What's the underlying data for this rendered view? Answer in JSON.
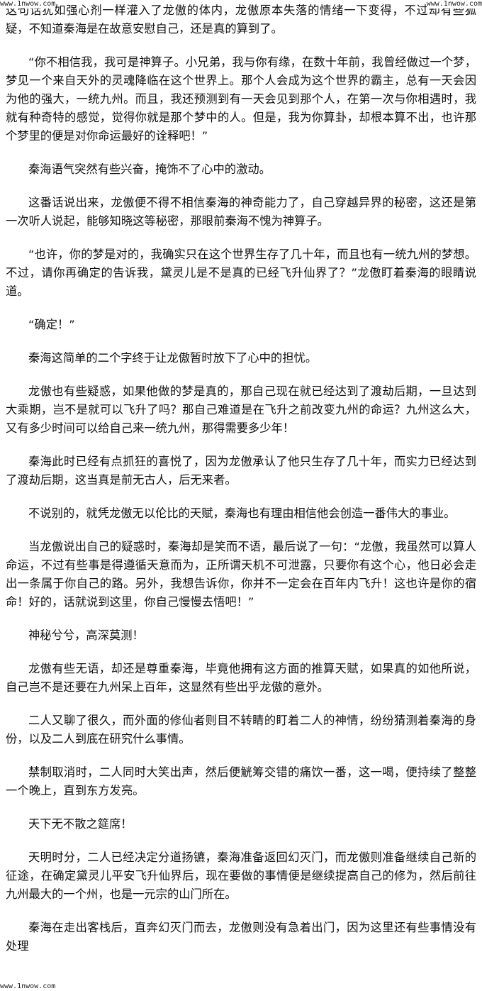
{
  "watermarks": {
    "top_left": "www.1nwow.com",
    "top_right": "www.1nwow.com",
    "bottom_left": "www.1nwow.com"
  },
  "paragraphs": [
    "这句话犹如强心剂一样灌入了龙傲的体内，龙傲原本失落的情绪一下变得，不过却有些狐疑，不知道秦海是在故意安慰自己，还是真的算到了。",
    "“你不相信我，我可是神算子。小兄弟，我与你有缘，在数十年前，我曾经做过一个梦，梦见一个来自天外的灵魂降临在这个世界上。那个人会成为这个世界的霸主，总有一天会因为他的强大，一统九州。而且，我还预测到有一天会见到那个人，在第一次与你相遇时，我就有种奇特的感觉，觉得你就是那个梦中的人。但是，我为你算卦，却根本算不出，也许那个梦里的便是对你命运最好的诠释吧！”",
    "秦海语气突然有些兴奋，掩饰不了心中的激动。",
    "这番话说出来，龙傲便不得不相信秦海的神奇能力了，自己穿越异界的秘密，这还是第一次听人说起，能够知晓这等秘密，那眼前秦海不愧为神算子。",
    "“也许，你的梦是对的，我确实只在这个世界生存了几十年，而且也有一统九州的梦想。不过，请你再确定的告诉我，黛灵儿是不是真的已经飞升仙界了？”龙傲盯着秦海的眼睛说道。",
    "“确定！”",
    "秦海这简单的二个字终于让龙傲暂时放下了心中的担忧。",
    "龙傲也有些疑惑，如果他做的梦是真的，那自己现在就已经达到了渡劫后期，一旦达到大乘期，岂不是就可以飞升了吗？那自己难道是在飞升之前改变九州的命运？九州这么大，又有多少时间可以给自己来一统九州，那得需要多少年！",
    "秦海此时已经有点抓狂的喜悦了，因为龙傲承认了他只生存了几十年，而实力已经达到了渡劫后期，这当真是前无古人，后无来者。",
    "不说别的，就凭龙傲无以伦比的天赋，秦海也有理由相信他会创造一番伟大的事业。",
    "当龙傲说出自己的疑惑时，秦海却是笑而不语，最后说了一句：“龙傲，我虽然可以算人命运，不过有些事是得遵循天意而为，正所谓天机不可泄露，只要你有这个心，他日必会走出一条属于你自己的路。另外，我想告诉你，你并不一定会在百年内飞升！这也许是你的宿命！好的，话就说到这里，你自己慢慢去悟吧！”",
    "神秘兮兮，高深莫测！",
    "龙傲有些无语，却还是尊重秦海，毕竟他拥有这方面的推算天赋，如果真的如他所说，自己岂不是还要在九州呆上百年，这显然有些出乎龙傲的意外。",
    "二人又聊了很久，而外面的修仙者则目不转睛的盯着二人的神情，纷纷猜测着秦海的身份，以及二人到底在研究什么事情。",
    "禁制取消时，二人同时大笑出声，然后便觥筹交错的痛饮一番，这一喝，便持续了整整一个晚上，直到东方发亮。",
    "天下无不散之筵席！",
    "天明时分，二人已经决定分道扬镳，秦海准备返回幻灭门，而龙傲则准备继续自己新的征途，在确定黛灵儿平安飞升仙界后，现在要做的事情便是继续提高自己的修为，然后前往九州最大的一个州，也是一元宗的山门所在。",
    "秦海在走出客栈后，直奔幻灭门而去，龙傲则没有急着出门，因为这里还有些事情没有处理"
  ]
}
